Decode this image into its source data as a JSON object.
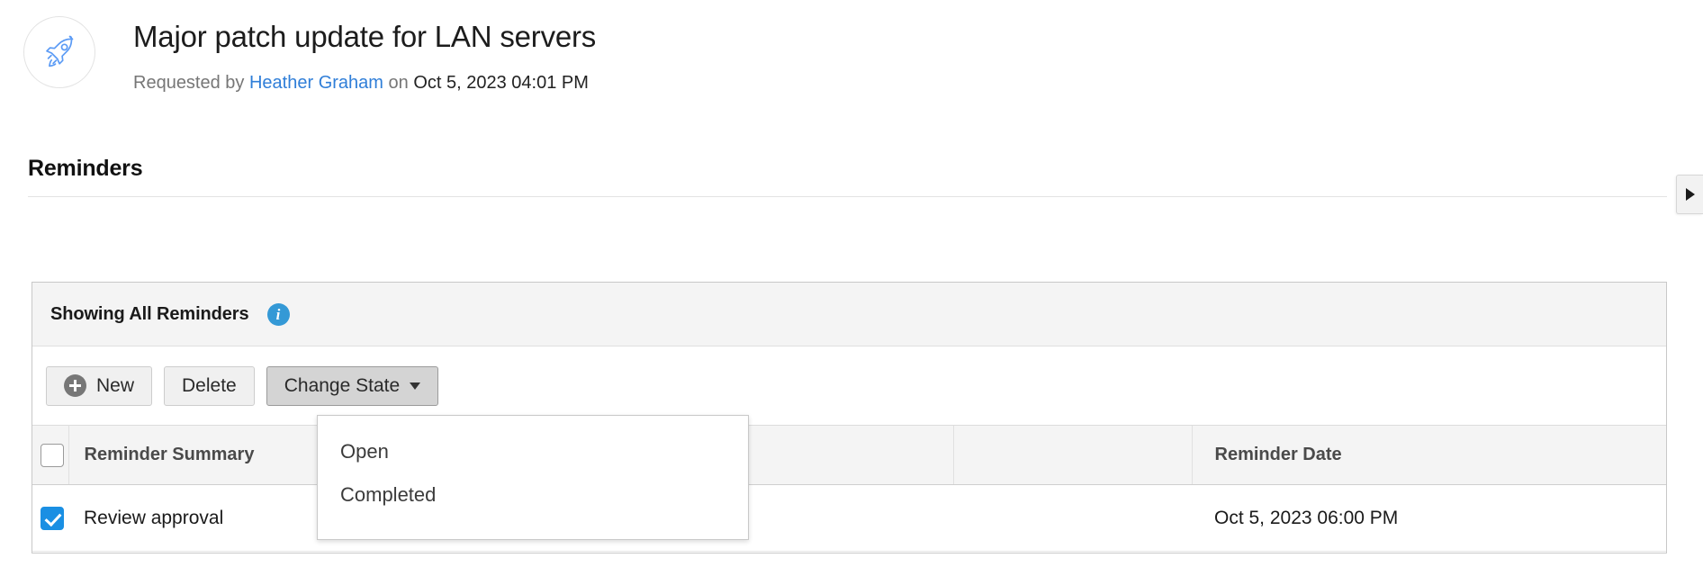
{
  "record": {
    "icon": "rocket-icon",
    "title": "Major patch update for LAN servers",
    "requested_label": "Requested by",
    "requester": "Heather Graham",
    "on_label": "on",
    "requested_date": "Oct 5, 2023 04:01 PM",
    "link_color": "#2f7ed8"
  },
  "section": {
    "title": "Reminders"
  },
  "edge_tab": {
    "icon": "triangle-right-icon"
  },
  "panel": {
    "header_label": "Showing All Reminders",
    "info_icon": "info-icon",
    "info_color": "#3499d6",
    "toolbar": {
      "new_label": "New",
      "new_icon": "plus-circle-icon",
      "delete_label": "Delete",
      "change_state_label": "Change State",
      "change_state_caret": "caret-down-icon",
      "change_state_active": true
    },
    "dropdown": {
      "open": true,
      "items": [
        {
          "label": "Open"
        },
        {
          "label": "Completed"
        }
      ]
    },
    "table": {
      "columns": [
        {
          "key": "check",
          "label": ""
        },
        {
          "key": "summary",
          "label": "Reminder Summary"
        },
        {
          "key": "mid",
          "label": ""
        },
        {
          "key": "date",
          "label": "Reminder Date"
        }
      ],
      "header_checkbox_checked": false,
      "rows": [
        {
          "checked": true,
          "summary": "Review approval",
          "mid": "",
          "date": "Oct 5, 2023 06:00 PM"
        }
      ]
    }
  }
}
